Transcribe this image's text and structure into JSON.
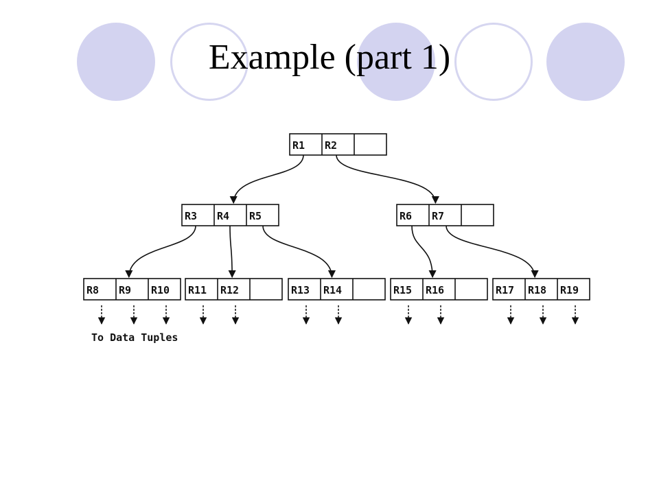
{
  "slide": {
    "title": "Example (part 1)"
  },
  "colors": {
    "circle_fill": "#d3d3f0",
    "circle_outline": "#d6d6f0",
    "diagram_ink": "#111111"
  },
  "diagram": {
    "root": [
      "R1",
      "R2",
      ""
    ],
    "level1": [
      [
        "R3",
        "R4",
        "R5"
      ],
      [
        "R6",
        "R7",
        ""
      ]
    ],
    "leaves": [
      [
        "R8",
        "R9",
        "R10"
      ],
      [
        "R11",
        "R12",
        ""
      ],
      [
        "R13",
        "R14",
        ""
      ],
      [
        "R15",
        "R16",
        ""
      ],
      [
        "R17",
        "R18",
        "R19"
      ]
    ],
    "caption": "To Data Tuples"
  }
}
